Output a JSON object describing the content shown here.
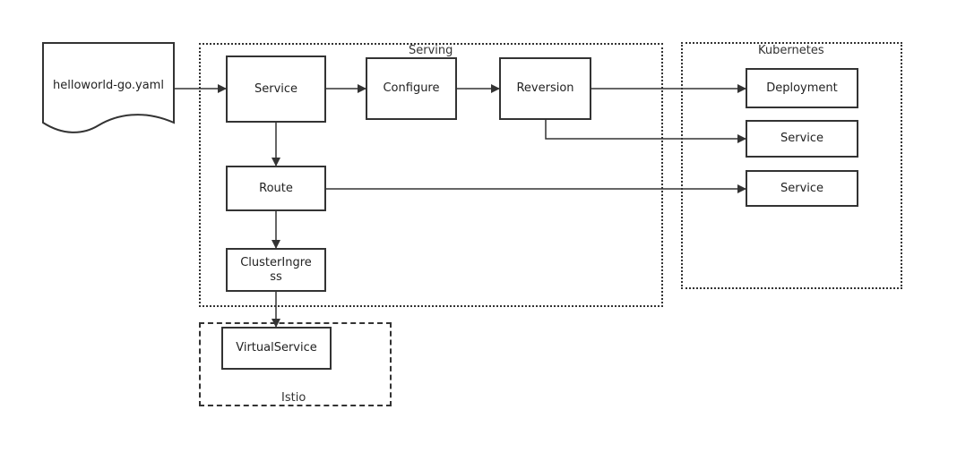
{
  "groups": {
    "serving": {
      "label": "Serving"
    },
    "kubernetes": {
      "label": "Kubernetes"
    },
    "istio": {
      "label": "Istio"
    }
  },
  "nodes": {
    "yaml_file": "helloworld-go.yaml",
    "service": "Service",
    "configure": "Configure",
    "reversion": "Reversion",
    "route": "Route",
    "cluster_ingress": "ClusterIngress",
    "virtual_service": "VirtualService",
    "k8s_deployment": "Deployment",
    "k8s_service_1": "Service",
    "k8s_service_2": "Service"
  },
  "edges": [
    {
      "from": "helloworld-go.yaml",
      "to": "Service"
    },
    {
      "from": "Service",
      "to": "Configure"
    },
    {
      "from": "Configure",
      "to": "Reversion"
    },
    {
      "from": "Reversion",
      "to": "Deployment"
    },
    {
      "from": "Reversion",
      "to": "Service"
    },
    {
      "from": "Service",
      "to": "Route"
    },
    {
      "from": "Route",
      "to": "Service"
    },
    {
      "from": "Route",
      "to": "ClusterIngress"
    },
    {
      "from": "ClusterIngress",
      "to": "VirtualService"
    }
  ],
  "colors": {
    "stroke": "#333333",
    "background": "#ffffff",
    "text": "#222222"
  }
}
